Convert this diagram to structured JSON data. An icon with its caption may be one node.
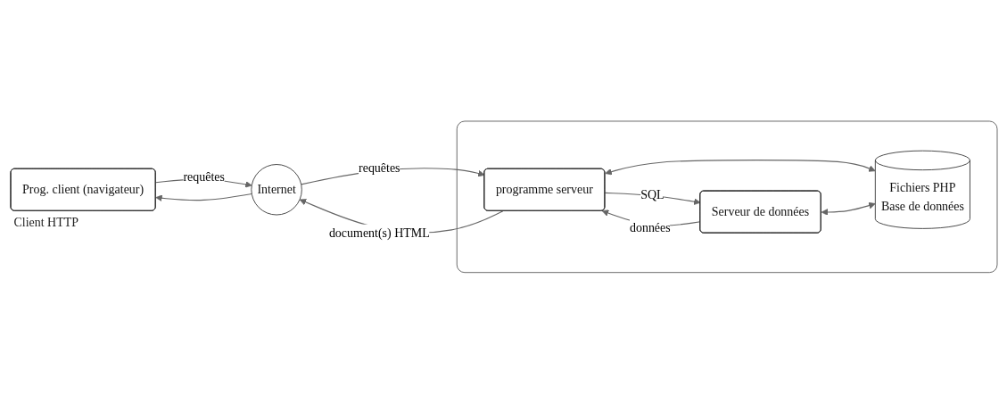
{
  "diagram": {
    "nodes": [
      {
        "text": [
          "Prog. client (navigateur)"
        ],
        "beside": [
          "Client HTTP"
        ]
      },
      {
        "text": [
          "Internet"
        ]
      },
      {
        "text": [],
        "shape": "box"
      },
      {
        "text": [
          "programme serveur"
        ],
        "in": 2
      },
      {
        "text": [
          "Serveur de données"
        ],
        "in": 2
      },
      {
        "text": [
          "Fichiers PHP",
          "Base de données"
        ],
        "in": 2
      }
    ],
    "edges": [
      {
        "from": 0,
        "to": 1,
        "arrow": "to",
        "label": "requêtes"
      },
      {
        "from": 1,
        "to": 0,
        "arrow": "to"
      },
      {
        "from": 1,
        "to": 3,
        "arrow": "to",
        "label": "requêtes"
      },
      {
        "from": 3,
        "to": 1,
        "arrow": "to",
        "label": "document(s) HTML"
      },
      {
        "from": 3,
        "to": 4,
        "arrow": "to",
        "label": "SQL"
      },
      {
        "from": 4,
        "to": 3,
        "arrow": "to",
        "label": "données"
      },
      {
        "from": 3,
        "to": 5,
        "arrow": "both"
      },
      {
        "from": 4,
        "to": 5,
        "arrow": "both"
      }
    ]
  }
}
